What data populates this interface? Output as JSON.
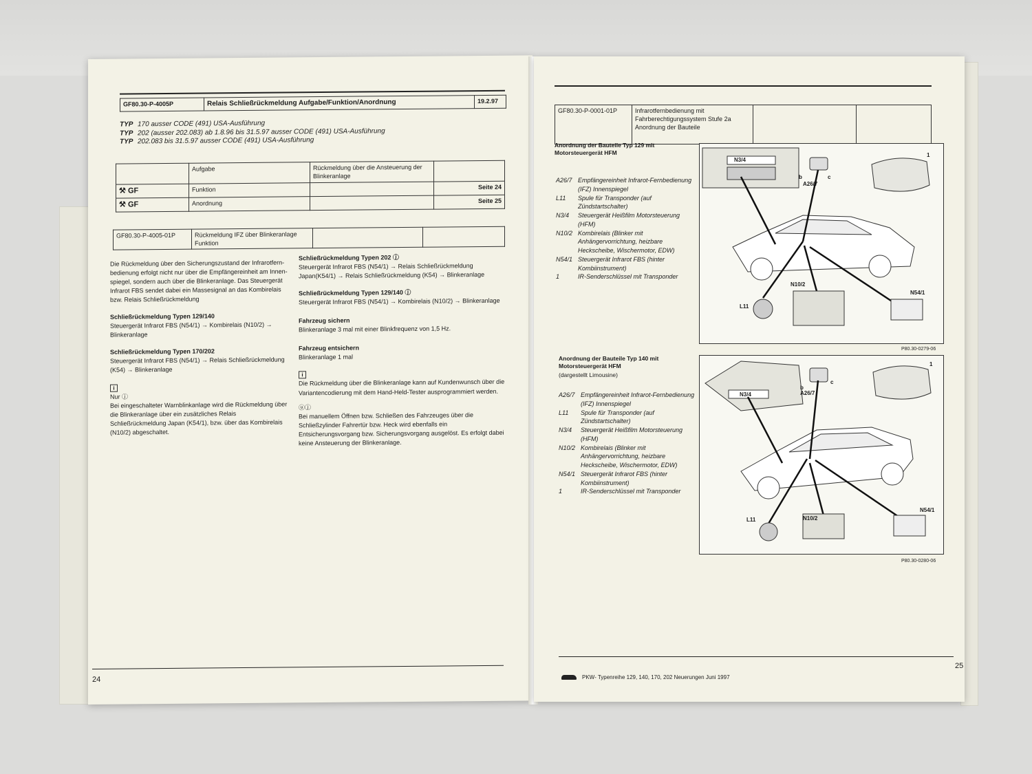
{
  "left_page": {
    "header": {
      "code": "GF80.30-P-4005P",
      "title": "Relais Schließrückmeldung Aufgabe/Funktion/Anordnung",
      "date": "19.2.97"
    },
    "typ_label": "TYP",
    "typ_lines": [
      "170 ausser CODE (491) USA-Ausführung",
      "202 (ausser 202.083) ab 1.8.96 bis 31.5.97 ausser CODE (491) USA-Ausführung",
      "202.083 bis 31.5.97 ausser CODE (491) USA-Ausführung"
    ],
    "overview": {
      "aufgabe": "Aufgabe",
      "aufgabe_desc": "Rückmeldung über die Ansteuerung der Blinkeranlage",
      "rows": [
        {
          "ref": "GF",
          "label": "Funktion",
          "page": "Seite 24"
        },
        {
          "ref": "GF",
          "label": "Anordnung",
          "page": "Seite 25"
        }
      ]
    },
    "sub_header": {
      "code": "GF80.30-P-4005-01P",
      "title": "Rückmeldung IFZ über Blinkeranlage",
      "subtitle": "Funktion"
    },
    "col1": {
      "intro": "Die Rückmeldung über den Sicherungszustand der Infrarotfern-bedienung erfolgt nicht nur über die Empfängereinheit am Innen-spiegel, sondern auch über die Blinkeranlage. Das Steuergerät Infrarot FBS sendet dabei ein Massesignal an das Kombirelais bzw. Relais Schließrückmeldung",
      "h1": "Schließrückmeldung Typen 129/140",
      "p1": "Steuergerät Infrarot FBS (N54/1) → Kombirelais (N10/2) → Blinkeranlage",
      "h2": "Schließrückmeldung Typen 170/202",
      "p2": "Steuergerät Infrarot FBS (N54/1) → Relais Schließrückmeldung (K54) → Blinkeranlage",
      "icon": "i",
      "nur": "Nur",
      "note": "Bei eingeschalteter Warnblinkanlage wird die Rückmeldung über die Blinkeranlage über ein zusätzliches Relais Schließrückmeldung Japan (K54/1), bzw. über das Kombirelais (N10/2) abgeschaltet."
    },
    "col2": {
      "h1": "Schließrückmeldung Typen 202",
      "p1": "Steuergerät Infrarot FBS (N54/1) → Relais Schließrückmeldung Japan(K54/1) → Relais Schließrückmeldung (K54) → Blinkeranlage",
      "h2": "Schließrückmeldung Typen 129/140",
      "p2": "Steuergerät Infrarot FBS (N54/1) → Kombirelais (N10/2) → Blinkeranlage",
      "h3": "Fahrzeug sichern",
      "p3": "Blinkeranlage 3 mal mit einer Blinkfrequenz von 1,5 Hz.",
      "h4": "Fahrzeug entsichern",
      "p4": "Blinkeranlage 1 mal",
      "icon": "i",
      "p5": "Die Rückmeldung über die Blinkeranlage kann auf Kundenwunsch über die Variantencodierung mit dem Hand-Held-Tester ausprogrammiert werden.",
      "p6": "Bei manuellem Öffnen bzw. Schließen des Fahrzeuges über die Schließzylinder Fahrertür bzw. Heck wird ebenfalls ein Entsicherungsvorgang bzw. Sicherungsvorgang ausgelöst. Es erfolgt dabei keine Ansteuerung der Blinkeranlage."
    },
    "page_number": "24"
  },
  "right_page": {
    "header": {
      "code": "GF80.30-P-0001-01P",
      "title_lines": [
        "Infrarotfernbedienung mit",
        "Fahrberechtigungssystem Stufe 2a",
        "Anordnung der Bauteile"
      ]
    },
    "section1": {
      "title": "Anordnung der Bauteile Typ 129 mit Motorsteuergerät HFM",
      "legend": [
        {
          "code": "A26/7",
          "text": "Empfängereinheit Infrarot-Fernbedienung (IFZ) Innenspiegel"
        },
        {
          "code": "L11",
          "text": "Spule für Transponder (auf Zündstartschalter)"
        },
        {
          "code": "N3/4",
          "text": "Steuergerät Heißfilm Motorsteuerung (HFM)"
        },
        {
          "code": "N10/2",
          "text": "Kombirelais (Blinker mit Anhängervorrichtung, heizbare Heckscheibe, Wischermotor, EDW)"
        },
        {
          "code": "N54/1",
          "text": "Steuergerät Infrarot FBS (hinter Kombiinstrument)"
        },
        {
          "code": "1",
          "text": "IR-Senderschlüssel mit Transponder"
        }
      ],
      "figure_ref": "P80.30-0279-06",
      "labels": {
        "n34": "N3/4",
        "a267": "A26/7",
        "b": "b",
        "c": "c",
        "one": "1",
        "l11": "L11",
        "n102": "N10/2",
        "n541": "N54/1"
      }
    },
    "section2": {
      "title": "Anordnung der Bauteile Typ 140 mit Motorsteuergerät HFM",
      "subtitle": "(dargestellt Limousine)",
      "legend": [
        {
          "code": "A26/7",
          "text": "Empfängereinheit Infrarot-Fernbedienung (IFZ) Innenspiegel"
        },
        {
          "code": "L11",
          "text": "Spule für Transponder (auf Zündstartschalter)"
        },
        {
          "code": "N3/4",
          "text": "Steuergerät Heißfilm Motorsteuerung (HFM)"
        },
        {
          "code": "N10/2",
          "text": "Kombirelais (Blinker mit Anhängervorrichtung, heizbare Heckscheibe, Wischermotor, EDW)"
        },
        {
          "code": "N54/1",
          "text": "Steuergerät Infrarot FBS (hinter Kombiinstrument)"
        },
        {
          "code": "1",
          "text": "IR-Senderschlüssel mit Transponder"
        }
      ],
      "figure_ref": "P80.30-0280-06",
      "labels": {
        "n34": "N3/4",
        "a267": "A26/7",
        "b": "b",
        "c": "c",
        "one": "1",
        "l11": "L11",
        "n102": "N10/2",
        "n541": "N54/1"
      }
    },
    "footer": "PKW- Typenreihe 129, 140, 170, 202 Neuerungen Juni 1997",
    "page_number": "25"
  }
}
